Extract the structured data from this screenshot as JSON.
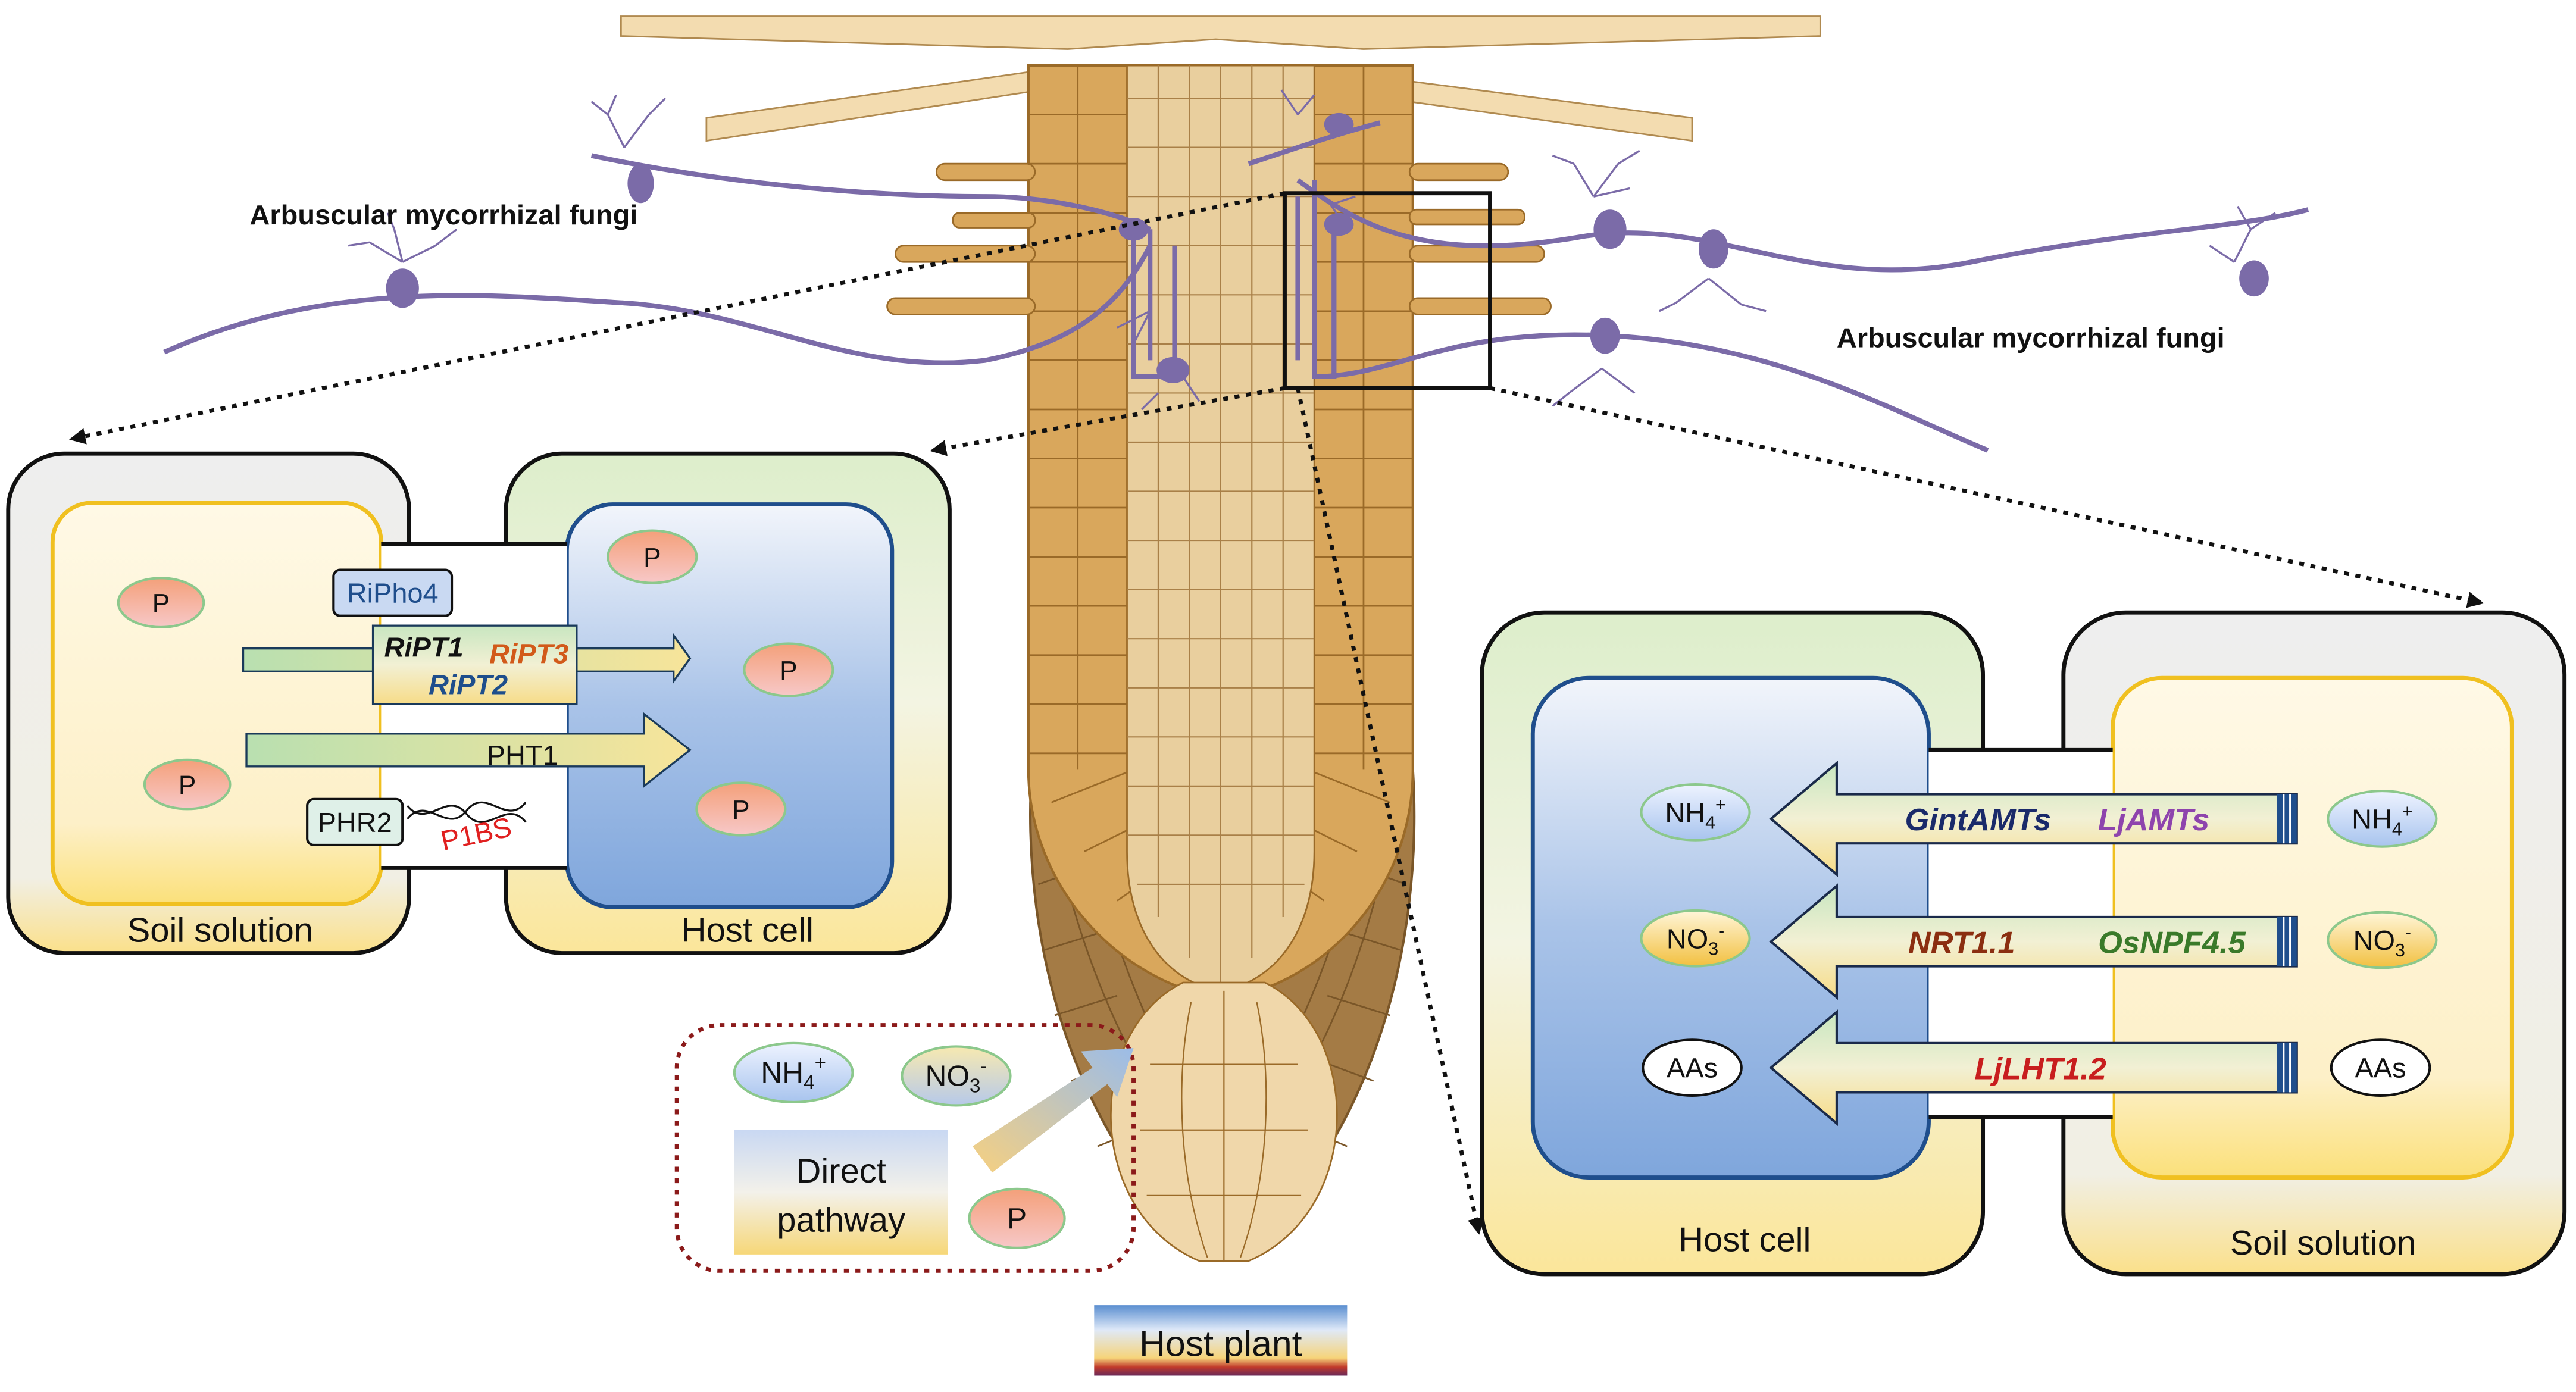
{
  "fungi_labels": {
    "left": "Arbuscular mycorrhizal fungi",
    "right": "Arbuscular mycorrhizal fungi"
  },
  "left_panel": {
    "soil_label": "Soil solution",
    "host_label": "Host cell",
    "ions": [
      "P",
      "P",
      "P",
      "P",
      "P"
    ],
    "transporters": {
      "ripho4": "RiPho4",
      "ript1": "RiPT1",
      "ript3": "RiPT3",
      "ript2": "RiPT2",
      "pht1": "PHT1",
      "phr2": "PHR2",
      "p1bs": "P1BS"
    }
  },
  "right_panel": {
    "host_label": "Host cell",
    "soil_label": "Soil solution",
    "host_ions": {
      "nh4": "NH",
      "nh4_sub": "4",
      "nh4_sup": "+",
      "no3": "NO",
      "no3_sub": "3",
      "no3_sup": "-",
      "aas": "AAs"
    },
    "soil_ions": {
      "nh4": "NH",
      "nh4_sub": "4",
      "nh4_sup": "+",
      "no3": "NO",
      "no3_sub": "3",
      "no3_sup": "-",
      "aas": "AAs"
    },
    "arrow_labels": {
      "gintamts": "GintAMTs",
      "ljamts": "LjAMTs",
      "nrt11": "NRT1.1",
      "osnpf45": "OsNPF4.5",
      "ljlht12": "LjLHT1.2"
    }
  },
  "direct_pathway": {
    "nh4": "NH",
    "nh4_sub": "4",
    "nh4_sup": "+",
    "no3": "NO",
    "no3_sub": "3",
    "no3_sup": "-",
    "label_line1": "Direct",
    "label_line2": "pathway",
    "p": "P"
  },
  "host_plant_label": "Host plant",
  "colors": {
    "fungi": "#7b6ba8",
    "root_outer": "#d9a75c",
    "root_inner": "#e9cf9e",
    "root_cap": "#a47b45",
    "soil_border": "#f0c020",
    "host_border": "#1f4e8c",
    "p1bs": "#e02020",
    "ript3": "#d25a1a",
    "ljamts": "#8e44ad",
    "nrt": "#8b2e10",
    "osnpf": "#3a7a2a",
    "ljlht": "#c81e1e",
    "dotted_box": "#8b1a1a"
  }
}
